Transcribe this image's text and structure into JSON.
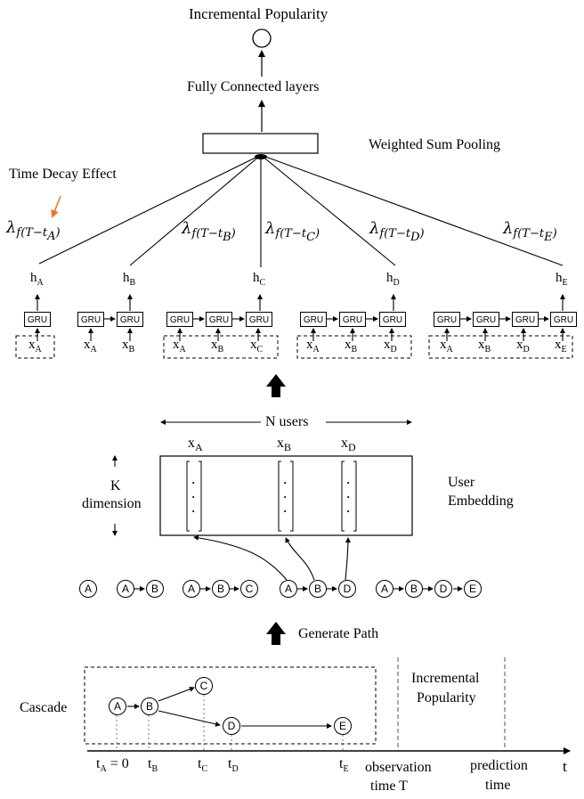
{
  "output": {
    "title": "Incremental Popularity",
    "fc_label": "Fully Connected  layers",
    "pooling_label": "Weighted Sum Pooling",
    "time_decay_label": "Time Decay Effect"
  },
  "lambdas": [
    {
      "id": "A",
      "prefix": "λ",
      "sub": "f(T−t",
      "sub_var": "A",
      "sub_end": ")"
    },
    {
      "id": "B",
      "prefix": "λ",
      "sub": "f(T−t",
      "sub_var": "B",
      "sub_end": ")"
    },
    {
      "id": "C",
      "prefix": "λ",
      "sub": "f(T−t",
      "sub_var": "C",
      "sub_end": ")"
    },
    {
      "id": "D",
      "prefix": "λ",
      "sub": "f(T−t",
      "sub_var": "D",
      "sub_end": ")"
    },
    {
      "id": "E",
      "prefix": "λ",
      "sub": "f(T−t",
      "sub_var": "E",
      "sub_end": ")"
    }
  ],
  "hidden": [
    {
      "h": "h",
      "sub": "A"
    },
    {
      "h": "h",
      "sub": "B"
    },
    {
      "h": "h",
      "sub": "C"
    },
    {
      "h": "h",
      "sub": "D"
    },
    {
      "h": "h",
      "sub": "E"
    }
  ],
  "gru_label": "GRU",
  "gru_groups": [
    {
      "inputs": [
        {
          "x": "x",
          "sub": "A"
        }
      ]
    },
    {
      "inputs": [
        {
          "x": "x",
          "sub": "A"
        },
        {
          "x": "x",
          "sub": "B"
        }
      ]
    },
    {
      "inputs": [
        {
          "x": "x",
          "sub": "A"
        },
        {
          "x": "x",
          "sub": "B"
        },
        {
          "x": "x",
          "sub": "C"
        }
      ]
    },
    {
      "inputs": [
        {
          "x": "x",
          "sub": "A"
        },
        {
          "x": "x",
          "sub": "B"
        },
        {
          "x": "x",
          "sub": "D"
        }
      ]
    },
    {
      "inputs": [
        {
          "x": "x",
          "sub": "A"
        },
        {
          "x": "x",
          "sub": "B"
        },
        {
          "x": "x",
          "sub": "D"
        },
        {
          "x": "x",
          "sub": "E"
        }
      ]
    }
  ],
  "embedding": {
    "n_users_label": "N users",
    "k_label": "K",
    "dimension_label": "dimension",
    "title_line1": "User",
    "title_line2": "Embedding",
    "columns": [
      {
        "x": "x",
        "sub": "A"
      },
      {
        "x": "x",
        "sub": "B"
      },
      {
        "x": "x",
        "sub": "D"
      }
    ],
    "dots": "·\n·\n·"
  },
  "paths": [
    [
      "A"
    ],
    [
      "A",
      "B"
    ],
    [
      "A",
      "B",
      "C"
    ],
    [
      "A",
      "B",
      "D"
    ],
    [
      "A",
      "B",
      "D",
      "E"
    ]
  ],
  "generate_path_label": "Generate Path",
  "cascade": {
    "label": "Cascade",
    "nodes": [
      "A",
      "B",
      "C",
      "D",
      "E"
    ],
    "incremental_line1": "Incremental",
    "incremental_line2": "Popularity"
  },
  "timeline": {
    "ta": "t",
    "ta_sub": "A",
    "ta_value": " = 0",
    "tb": "t",
    "tb_sub": "B",
    "tc": "t",
    "tc_sub": "C",
    "td": "t",
    "td_sub": "D",
    "te": "t",
    "te_sub": "E",
    "observation_line1": "observation",
    "observation_line2": "time T",
    "prediction_line1": "prediction",
    "prediction_line2": "time",
    "axis_label": "t"
  }
}
